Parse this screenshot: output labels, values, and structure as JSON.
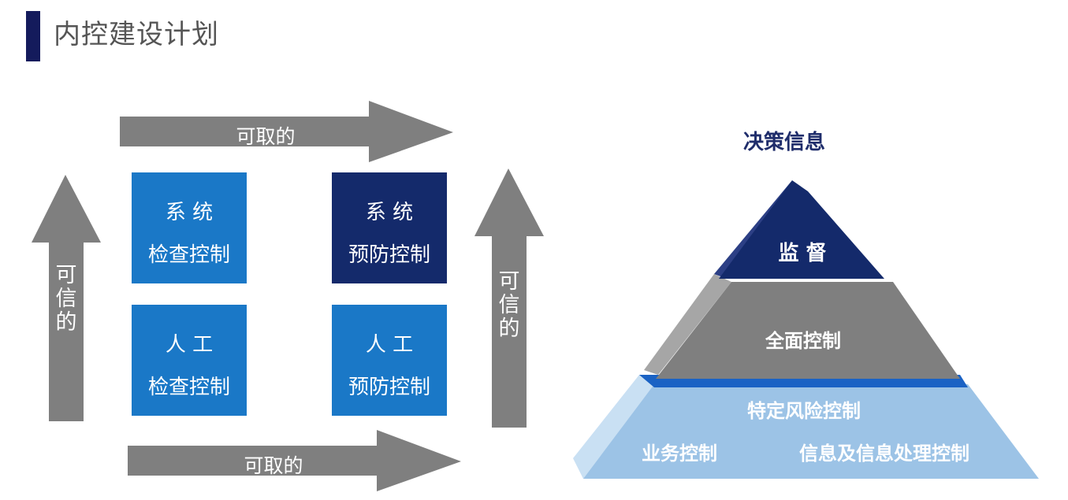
{
  "page": {
    "title": "内控建设计划"
  },
  "matrix": {
    "top_arrow": "可取的",
    "bottom_arrow": "可取的",
    "left_arrow": "可信的",
    "right_arrow": "可信的",
    "boxes": [
      {
        "line1": "系 统",
        "line2": "检查控制",
        "color": "#1a78c7"
      },
      {
        "line1": "系 统",
        "line2": "预防控制",
        "color": "#142a6b"
      },
      {
        "line1": "人 工",
        "line2": "检查控制",
        "color": "#1a78c7"
      },
      {
        "line1": "人 工",
        "line2": "预防控制",
        "color": "#1a78c7"
      }
    ],
    "arrow_color": "#7f7f7f"
  },
  "pyramid": {
    "title": "决策信息",
    "top": "监 督",
    "middle": "全面控制",
    "bottom_heading": "特定风险控制",
    "bottom_left": "业务控制",
    "bottom_right": "信息及信息处理控制",
    "colors": {
      "top": "#142a6b",
      "middle": "#7f7f7f",
      "bottom": "#9cc3e6",
      "divider": "#1a62c4"
    }
  }
}
